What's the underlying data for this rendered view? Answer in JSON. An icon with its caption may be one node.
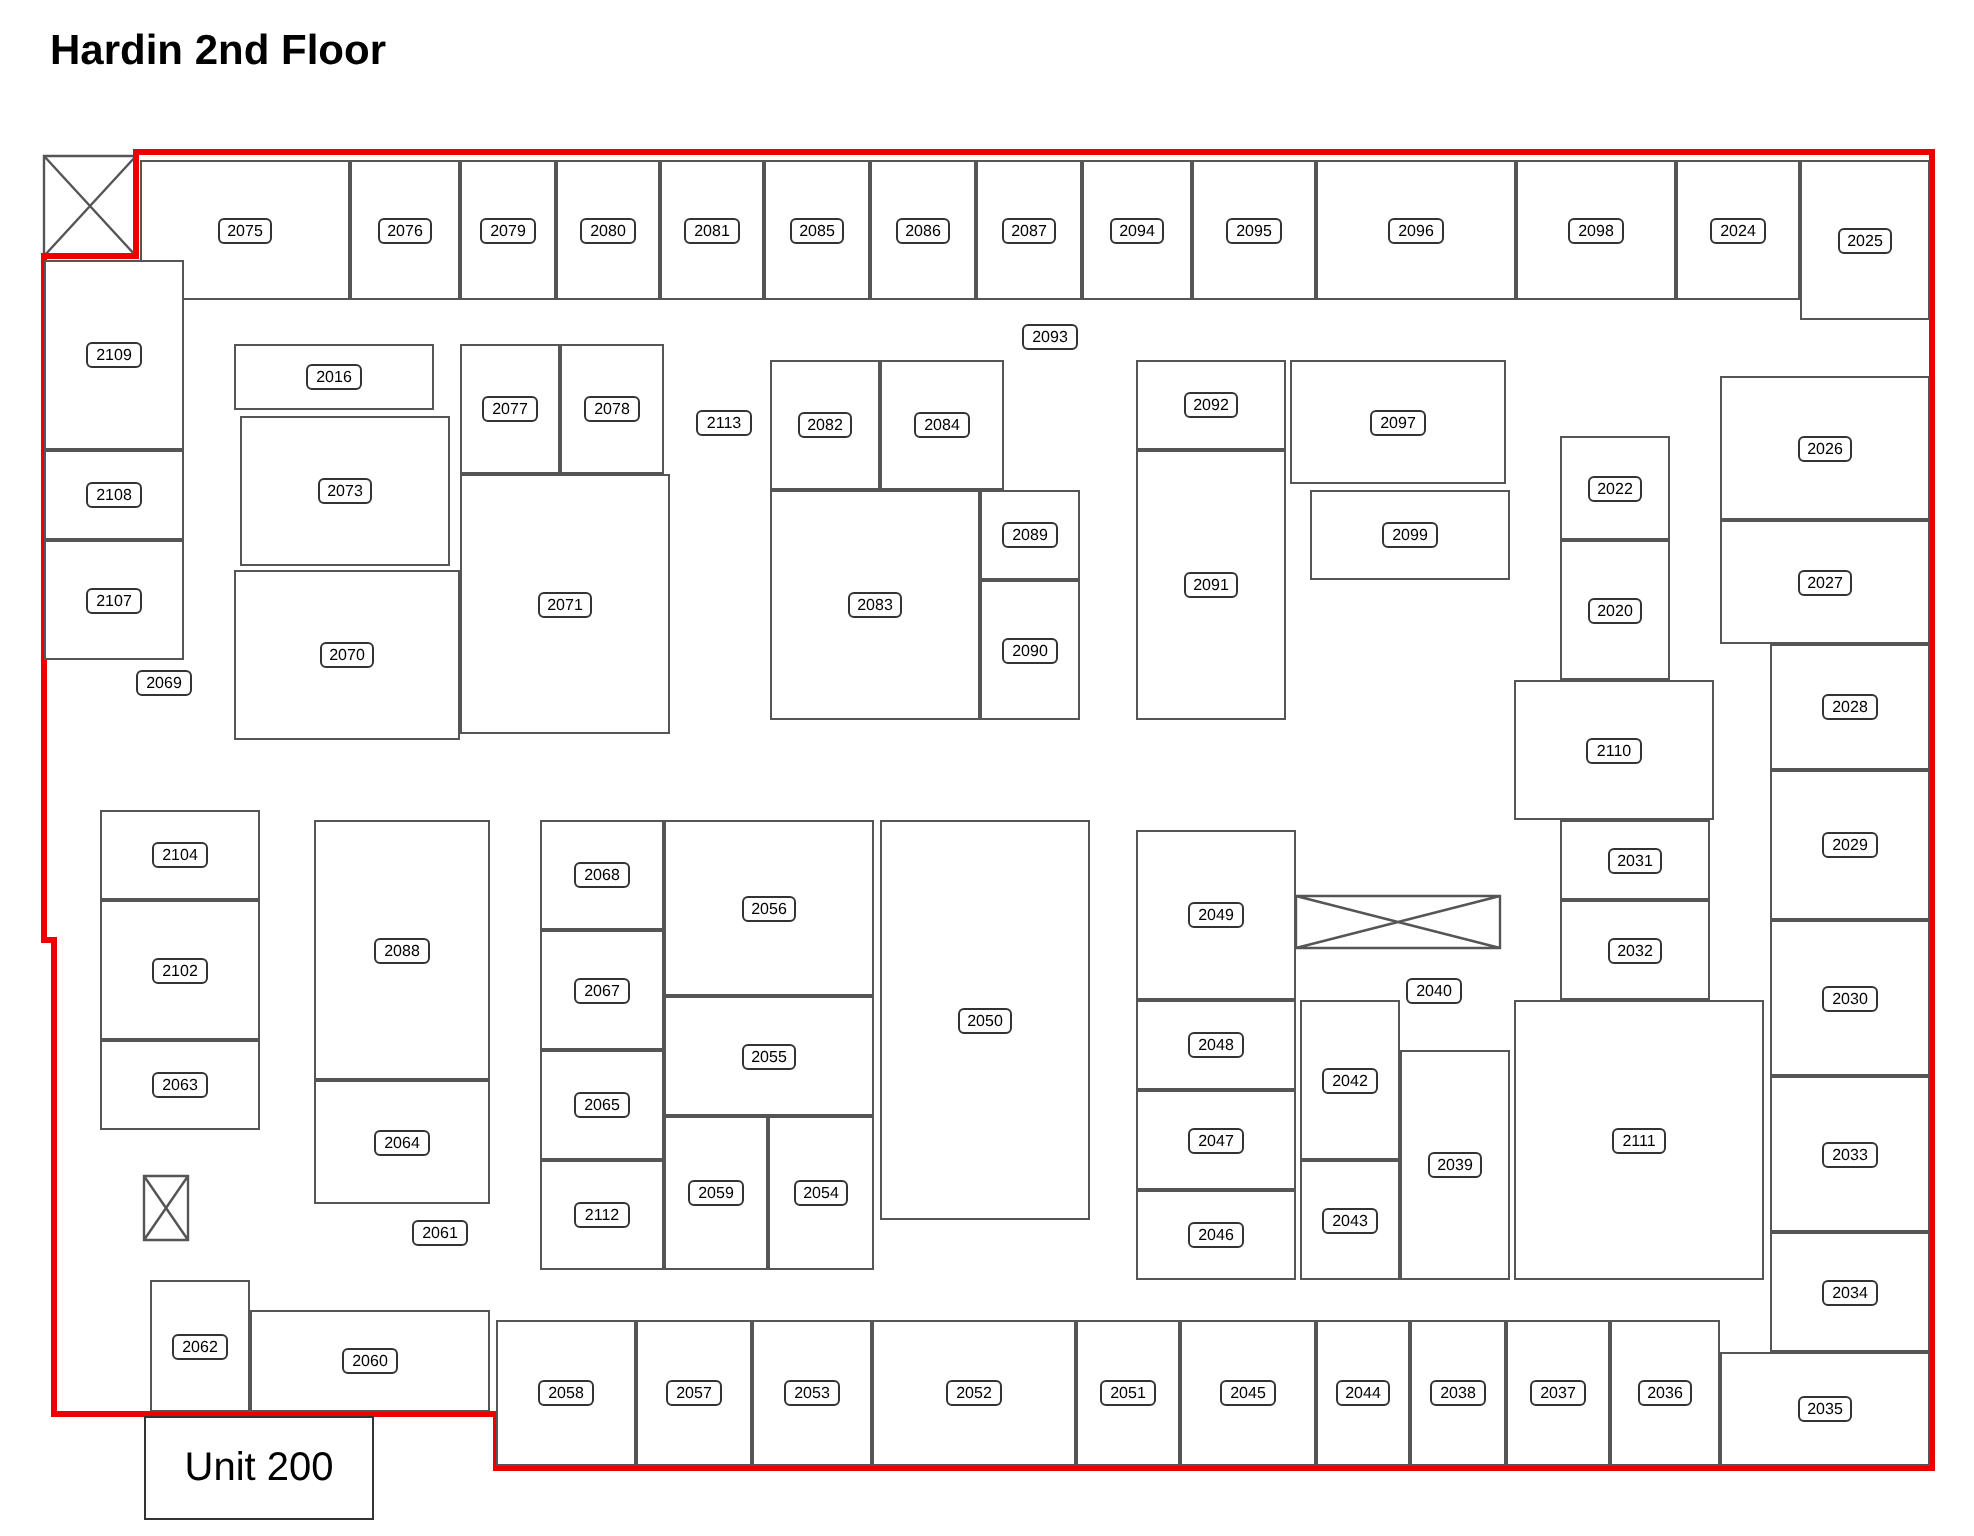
{
  "diagram": {
    "title": "Hardin 2nd Floor",
    "nodes": [
      {
        "text": [
          "2075"
        ]
      },
      {
        "text": [
          "2076"
        ]
      },
      {
        "text": [
          "2079"
        ]
      },
      {
        "text": [
          "2080"
        ]
      },
      {
        "text": [
          "2081"
        ]
      },
      {
        "text": [
          "2085"
        ]
      },
      {
        "text": [
          "2086"
        ]
      },
      {
        "text": [
          "2087"
        ]
      },
      {
        "text": [
          "2094"
        ]
      },
      {
        "text": [
          "2095"
        ]
      },
      {
        "text": [
          "2096"
        ]
      },
      {
        "text": [
          "2098"
        ]
      },
      {
        "text": [
          "2024"
        ]
      },
      {
        "text": [
          "2025"
        ]
      },
      {
        "text": [
          "2109"
        ]
      },
      {
        "text": [
          "2016"
        ]
      },
      {
        "text": [
          "2077"
        ]
      },
      {
        "text": [
          "2078"
        ]
      },
      {
        "text": [
          "2113"
        ]
      },
      {
        "text": [
          "2082"
        ]
      },
      {
        "text": [
          "2084"
        ]
      },
      {
        "text": [
          "2093"
        ]
      },
      {
        "text": [
          "2092"
        ]
      },
      {
        "text": [
          "2097"
        ]
      },
      {
        "text": [
          "2022"
        ]
      },
      {
        "text": [
          "2026"
        ]
      },
      {
        "text": [
          "2108"
        ]
      },
      {
        "text": [
          "2073"
        ]
      },
      {
        "text": [
          "2089"
        ]
      },
      {
        "text": [
          "2099"
        ]
      },
      {
        "text": [
          "2020"
        ]
      },
      {
        "text": [
          "2027"
        ]
      },
      {
        "text": [
          "2107"
        ]
      },
      {
        "text": [
          "2071"
        ]
      },
      {
        "text": [
          "2083"
        ]
      },
      {
        "text": [
          "2091"
        ]
      },
      {
        "text": [
          "2028"
        ]
      },
      {
        "text": [
          "2070"
        ]
      },
      {
        "text": [
          "2069"
        ]
      },
      {
        "text": [
          "2090"
        ]
      },
      {
        "text": [
          "2110"
        ]
      },
      {
        "text": [
          "2104"
        ]
      },
      {
        "text": [
          "2068"
        ]
      },
      {
        "text": [
          "2056"
        ]
      },
      {
        "text": [
          "2050"
        ]
      },
      {
        "text": [
          "2049"
        ]
      },
      {
        "text": [
          "2031"
        ]
      },
      {
        "text": [
          "2029"
        ]
      },
      {
        "text": [
          "2088"
        ]
      },
      {
        "text": [
          "2067"
        ]
      },
      {
        "text": [
          "2055"
        ]
      },
      {
        "text": [
          "2032"
        ]
      },
      {
        "text": [
          "2030"
        ]
      },
      {
        "text": [
          "2040"
        ]
      },
      {
        "text": [
          "2102"
        ]
      },
      {
        "text": [
          "2042"
        ]
      },
      {
        "text": [
          "2048"
        ]
      },
      {
        "text": [
          "2065"
        ]
      },
      {
        "text": [
          "2047"
        ]
      },
      {
        "text": [
          "2039"
        ]
      },
      {
        "text": [
          "2111"
        ]
      },
      {
        "text": [
          "2033"
        ]
      },
      {
        "text": [
          "2063"
        ]
      },
      {
        "text": [
          "2064"
        ]
      },
      {
        "text": [
          "2112"
        ]
      },
      {
        "text": [
          "2059"
        ]
      },
      {
        "text": [
          "2054"
        ]
      },
      {
        "text": [
          "2046"
        ]
      },
      {
        "text": [
          "2043"
        ]
      },
      {
        "text": [
          "2034"
        ]
      },
      {
        "text": [
          "2061"
        ]
      },
      {
        "text": [
          "2062"
        ]
      },
      {
        "text": [
          "2060"
        ]
      },
      {
        "text": [
          "2058"
        ]
      },
      {
        "text": [
          "2057"
        ]
      },
      {
        "text": [
          "2053"
        ]
      },
      {
        "text": [
          "2052"
        ]
      },
      {
        "text": [
          "2051"
        ]
      },
      {
        "text": [
          "2045"
        ]
      },
      {
        "text": [
          "2044"
        ]
      },
      {
        "text": [
          "2038"
        ]
      },
      {
        "text": [
          "2037"
        ]
      },
      {
        "text": [
          "2036"
        ]
      },
      {
        "text": [
          "2035"
        ]
      },
      {
        "text": [
          "Unit 200"
        ]
      }
    ]
  }
}
